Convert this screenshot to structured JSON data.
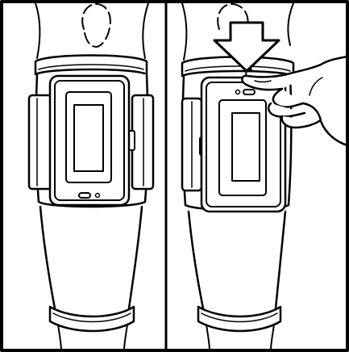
{
  "figure": {
    "panels": [
      {
        "id": "left",
        "device_orientation": "button-bottom",
        "shows_arrow": false,
        "shows_hand": false
      },
      {
        "id": "right",
        "device_orientation": "button-top",
        "shows_arrow": true,
        "shows_hand": true
      }
    ],
    "colors": {
      "ink": "#000000",
      "paper": "#ffffff"
    },
    "icons": {
      "arrow": "down-arrow-icon",
      "hand": "hand-icon",
      "button": "button-icon"
    }
  }
}
